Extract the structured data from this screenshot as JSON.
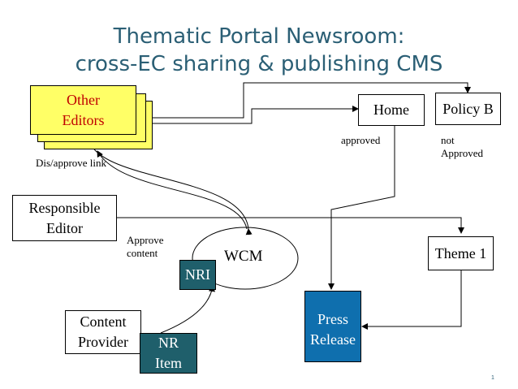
{
  "slide": {
    "title_line1": "Thematic Portal Newsroom:",
    "title_line2": "cross-EC sharing & publishing CMS",
    "page_number": "1"
  },
  "nodes": {
    "other_editors": "Other\nEditors",
    "home": "Home",
    "policy_b": "Policy B",
    "responsible_editor": "Responsible\nEditor",
    "wcm": "WCM",
    "nri": "NRI",
    "theme_1": "Theme 1",
    "content_provider": "Content\nProvider",
    "nr_item": "NR\nItem",
    "press_release": "Press\nRelease"
  },
  "labels": {
    "disapprove_link": "Dis/approve link",
    "approved": "approved",
    "not_approved": "not\nApproved",
    "approve_content": "Approve\ncontent"
  },
  "colors": {
    "title": "#2b5f75",
    "editors_fill": "#ffff66",
    "editors_text": "#c00000",
    "teal_box": "#1f5f6b",
    "press_release_fill": "#0f6fae"
  }
}
